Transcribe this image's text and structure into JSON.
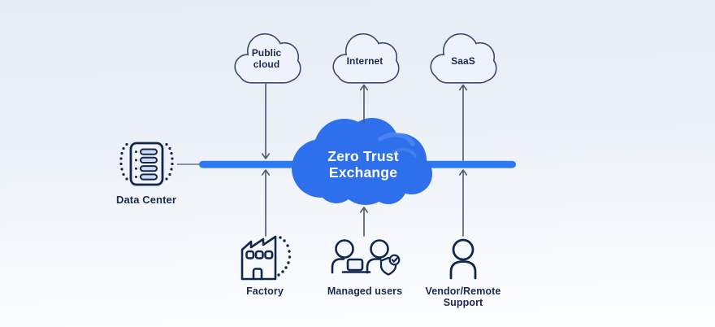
{
  "diagram": {
    "type": "network-architecture",
    "colors": {
      "background_top": "#e7ecf5",
      "background_bottom": "#fdfeff",
      "exchange_cloud_blue": "#2e6fec",
      "exchange_swirl_blue": "#5e93f6",
      "backbone_line_blue": "#2b7af2",
      "icon_navy": "#13264c",
      "label_navy": "#1b2a52",
      "cloud_outline": "#3d4c6e",
      "arrow_gray": "#4f596e",
      "connector_gray": "#8b93a5",
      "bar_fill_light_blue": "#cddcf5"
    },
    "nodes": {
      "public_cloud": {
        "label": "Public cloud",
        "icon": "cloud-outline-icon"
      },
      "internet": {
        "label": "Internet",
        "icon": "cloud-outline-icon"
      },
      "saas": {
        "label": "SaaS",
        "icon": "cloud-outline-icon"
      },
      "exchange": {
        "label": "Zero Trust Exchange",
        "icon": "blue-cloud-icon"
      },
      "data_center": {
        "label": "Data Center",
        "icon": "server-rack-icon"
      },
      "factory": {
        "label": "Factory",
        "icon": "factory-icon"
      },
      "managed_users": {
        "label": "Managed users",
        "icon": "users-laptop-shield-icon"
      },
      "vendor_remote_support": {
        "label": "Vendor/Remote Support",
        "icon": "person-icon"
      }
    },
    "edges": [
      {
        "from": "data_center",
        "to": "exchange",
        "connector": "plain-line",
        "arrow": "none"
      },
      {
        "from": "public_cloud",
        "to": "exchange",
        "connector": "vertical-line",
        "arrow": "down-into-backbone"
      },
      {
        "from": "exchange",
        "to": "internet",
        "connector": "vertical-line",
        "arrow": "up-into-cloud"
      },
      {
        "from": "exchange",
        "to": "saas",
        "connector": "vertical-line",
        "arrow": "up-into-cloud"
      },
      {
        "from": "factory",
        "to": "exchange",
        "connector": "vertical-line",
        "arrow": "up-into-backbone"
      },
      {
        "from": "managed_users",
        "to": "exchange",
        "connector": "vertical-line",
        "arrow": "up-into-cloud"
      },
      {
        "from": "vendor_remote_support",
        "to": "exchange",
        "connector": "vertical-line",
        "arrow": "up-into-backbone"
      }
    ]
  }
}
